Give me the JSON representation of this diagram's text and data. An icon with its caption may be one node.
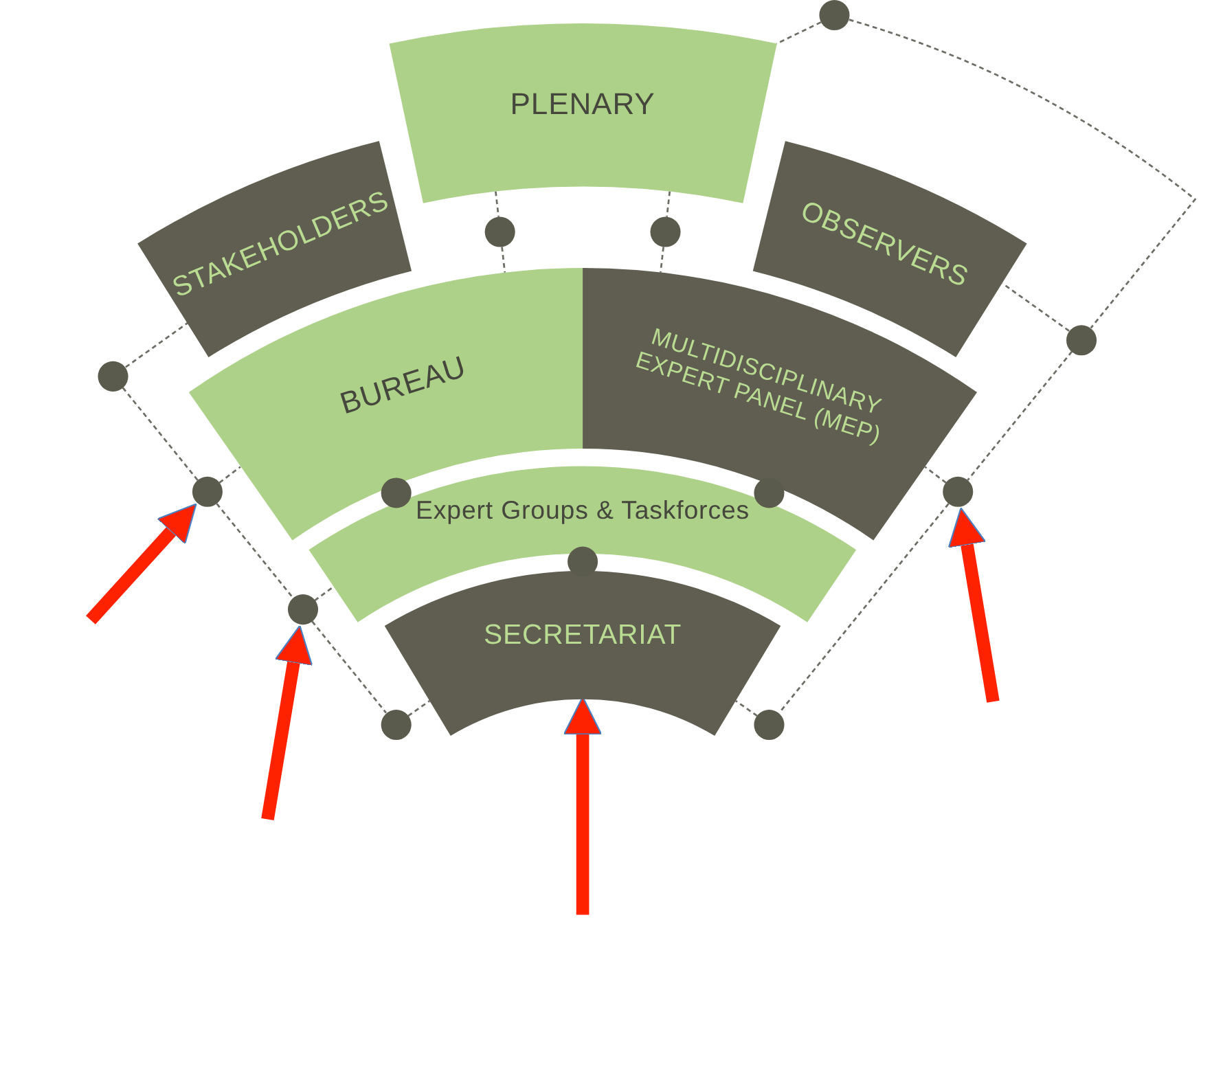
{
  "diagram": {
    "nodes": [
      {
        "text": [
          "PLENARY"
        ]
      },
      {
        "text": [
          "STAKEHOLDERS"
        ]
      },
      {
        "text": [
          "OBSERVERS"
        ]
      },
      {
        "text": [
          "BUREAU"
        ]
      },
      {
        "text": [
          "MULTIDISCIPLINARY EXPERT PANEL (MEP)"
        ]
      },
      {
        "text": [
          "Expert Groups & Taskforces"
        ]
      },
      {
        "text": [
          "SECRETARIAT"
        ]
      },
      {
        "text": [],
        "shape": "circle"
      },
      {
        "text": [],
        "shape": "circle"
      },
      {
        "text": [],
        "shape": "circle"
      },
      {
        "text": [],
        "shape": "circle"
      },
      {
        "text": [],
        "shape": "circle"
      },
      {
        "text": [],
        "shape": "circle"
      },
      {
        "text": [],
        "shape": "circle"
      },
      {
        "text": [],
        "shape": "circle"
      },
      {
        "text": [],
        "shape": "circle"
      },
      {
        "text": [],
        "shape": "circle"
      },
      {
        "text": [],
        "shape": "circle"
      },
      {
        "text": [],
        "shape": "circle"
      },
      {
        "text": [],
        "shape": "circle"
      }
    ],
    "edges": [
      {
        "from": 7,
        "to": 0,
        "arrow": "none",
        "style": "dashed"
      },
      {
        "from": 0,
        "to": 8,
        "arrow": "none",
        "style": "dashed"
      },
      {
        "from": 8,
        "to": 3,
        "arrow": "none",
        "style": "dashed"
      },
      {
        "from": 0,
        "to": 9,
        "arrow": "none",
        "style": "dashed"
      },
      {
        "from": 9,
        "to": 4,
        "arrow": "none",
        "style": "dashed"
      },
      {
        "from": 7,
        "to": 11,
        "arrow": "none",
        "style": "dashed"
      },
      {
        "from": 11,
        "to": 2,
        "arrow": "none",
        "style": "dashed"
      },
      {
        "from": 10,
        "to": 1,
        "arrow": "none",
        "style": "dashed"
      },
      {
        "from": 10,
        "to": 14,
        "arrow": "none",
        "style": "dashed"
      },
      {
        "from": 14,
        "to": 3,
        "arrow": "none",
        "style": "dashed"
      },
      {
        "from": 11,
        "to": 15,
        "arrow": "none",
        "style": "dashed"
      },
      {
        "from": 15,
        "to": 4,
        "arrow": "none",
        "style": "dashed"
      },
      {
        "from": 14,
        "to": 17,
        "arrow": "none",
        "style": "dashed"
      },
      {
        "from": 17,
        "to": 5,
        "arrow": "none",
        "style": "dashed"
      },
      {
        "from": 17,
        "to": 18,
        "arrow": "none",
        "style": "dashed"
      },
      {
        "from": 18,
        "to": 6,
        "arrow": "none",
        "style": "dashed"
      },
      {
        "from": 15,
        "to": 19,
        "arrow": "none",
        "style": "dashed"
      },
      {
        "from": 19,
        "to": 6,
        "arrow": "none",
        "style": "dashed"
      },
      {
        "from": null,
        "to": 14,
        "arrow": "to",
        "style": "thick",
        "color": "#ff2200"
      },
      {
        "from": null,
        "to": 17,
        "arrow": "to",
        "style": "thick",
        "color": "#ff2200"
      },
      {
        "from": null,
        "to": 6,
        "arrow": "to",
        "style": "thick",
        "color": "#ff2200"
      },
      {
        "from": null,
        "to": 15,
        "arrow": "to",
        "style": "thick",
        "color": "#ff2200"
      }
    ]
  }
}
